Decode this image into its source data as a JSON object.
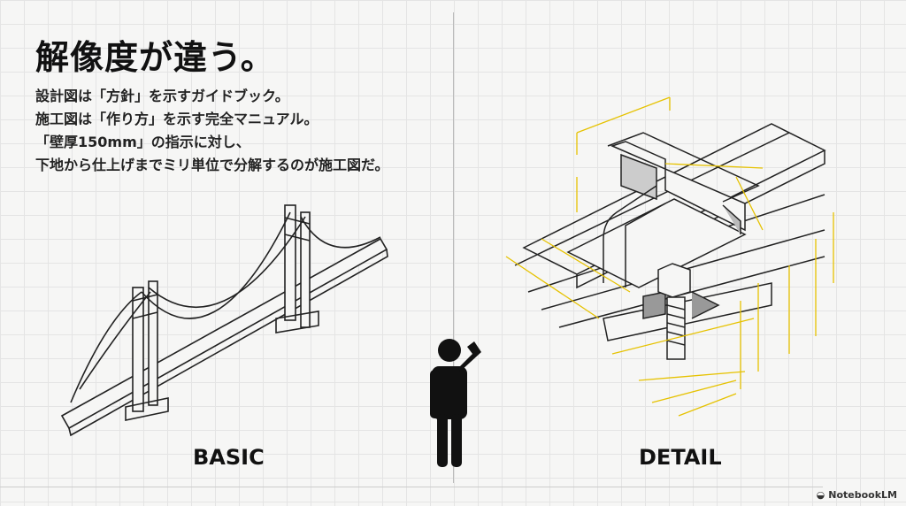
{
  "title": "解像度が違う。",
  "body_lines": [
    "設計図は「方針」を示すガイドブック。",
    "施工図は「作り方」を示す完全マニュアル。",
    "「壁厚150mm」の指示に対し、",
    "下地から仕上げまでミリ単位で分解するのが施工図だ。"
  ],
  "labels": {
    "left": "BASIC",
    "right": "DETAIL"
  },
  "logo": "NotebookLM",
  "colors": {
    "accent": "#e6c200",
    "ink": "#111111"
  }
}
